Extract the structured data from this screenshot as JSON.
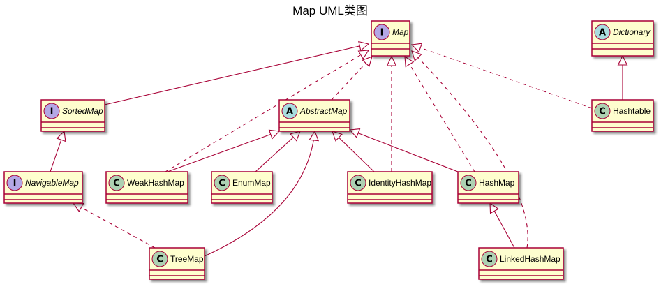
{
  "diagram": {
    "title": "Map UML类图",
    "colors": {
      "box_fill": "#FEFECE",
      "box_border": "#A80036",
      "line": "#A80036",
      "interface_circle": "#B4A7E5",
      "abstract_circle": "#A9DCDF",
      "class_circle": "#ADD1B2"
    },
    "classes": [
      {
        "id": "map",
        "name": "Map",
        "kind": "interface",
        "letter": "I"
      },
      {
        "id": "dictionary",
        "name": "Dictionary",
        "kind": "abstract",
        "letter": "A"
      },
      {
        "id": "sortedmap",
        "name": "SortedMap",
        "kind": "interface",
        "letter": "I"
      },
      {
        "id": "abstractmap",
        "name": "AbstractMap",
        "kind": "abstract",
        "letter": "A"
      },
      {
        "id": "hashtable",
        "name": "Hashtable",
        "kind": "class",
        "letter": "C"
      },
      {
        "id": "navigablemap",
        "name": "NavigableMap",
        "kind": "interface",
        "letter": "I"
      },
      {
        "id": "weakhashmap",
        "name": "WeakHashMap",
        "kind": "class",
        "letter": "C"
      },
      {
        "id": "enummap",
        "name": "EnumMap",
        "kind": "class",
        "letter": "C"
      },
      {
        "id": "identityhashmap",
        "name": "IdentityHashMap",
        "kind": "class",
        "letter": "C"
      },
      {
        "id": "hashmap",
        "name": "HashMap",
        "kind": "class",
        "letter": "C"
      },
      {
        "id": "treemap",
        "name": "TreeMap",
        "kind": "class",
        "letter": "C"
      },
      {
        "id": "linkedhashmap",
        "name": "LinkedHashMap",
        "kind": "class",
        "letter": "C"
      }
    ],
    "relations": [
      {
        "from": "sortedmap",
        "to": "map",
        "type": "extends"
      },
      {
        "from": "navigablemap",
        "to": "sortedmap",
        "type": "extends"
      },
      {
        "from": "abstractmap",
        "to": "map",
        "type": "implements"
      },
      {
        "from": "weakhashmap",
        "to": "map",
        "type": "implements"
      },
      {
        "from": "identityhashmap",
        "to": "map",
        "type": "implements"
      },
      {
        "from": "hashmap",
        "to": "map",
        "type": "implements"
      },
      {
        "from": "linkedhashmap",
        "to": "map",
        "type": "implements"
      },
      {
        "from": "hashtable",
        "to": "map",
        "type": "implements"
      },
      {
        "from": "hashtable",
        "to": "dictionary",
        "type": "extends"
      },
      {
        "from": "weakhashmap",
        "to": "abstractmap",
        "type": "extends"
      },
      {
        "from": "enummap",
        "to": "abstractmap",
        "type": "extends"
      },
      {
        "from": "treemap",
        "to": "abstractmap",
        "type": "extends"
      },
      {
        "from": "identityhashmap",
        "to": "abstractmap",
        "type": "extends"
      },
      {
        "from": "hashmap",
        "to": "abstractmap",
        "type": "extends"
      },
      {
        "from": "treemap",
        "to": "navigablemap",
        "type": "implements"
      },
      {
        "from": "linkedhashmap",
        "to": "hashmap",
        "type": "extends"
      }
    ]
  }
}
